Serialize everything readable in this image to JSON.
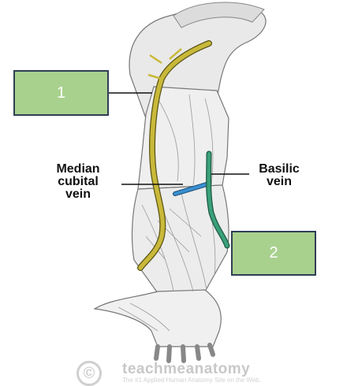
{
  "labels": {
    "box_1": "1",
    "box_2": "2",
    "median_cubital_vein": [
      "Median",
      "cubital",
      "vein"
    ],
    "basilic_vein": [
      "Basilic",
      "vein"
    ]
  },
  "watermark": {
    "symbol": "©",
    "brand": "teachmeanatomy",
    "tagline": "The #1 Applied Human Anatomy Site on the Web."
  },
  "colors": {
    "box_fill": "#a9d18e",
    "box_border": "#2f3e55",
    "cephalic_vein": "#c9b93a",
    "median_cubital_vein": "#3a8fd0",
    "basilic_vein": "#3aa07a"
  }
}
